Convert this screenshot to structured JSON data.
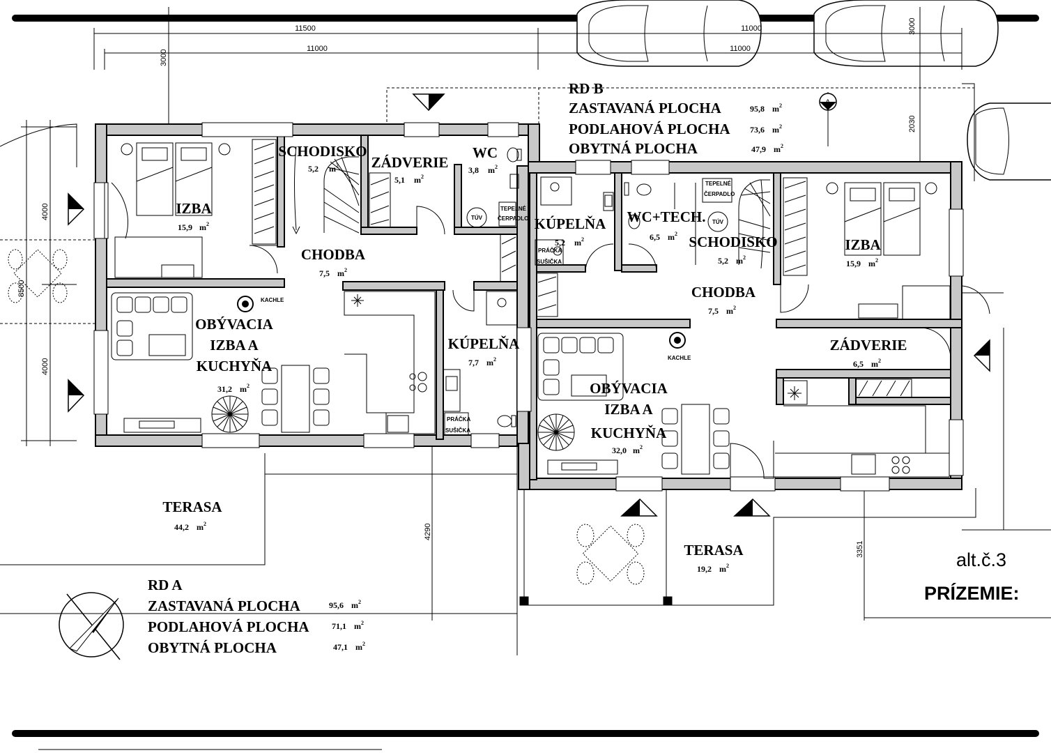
{
  "sheet": {
    "variant": "alt.č.3",
    "floor": "PRÍZEMIE:"
  },
  "dimensions": {
    "d1": "11500",
    "d2": "11000",
    "d3": "11000",
    "d4": "11000",
    "v1": "3000",
    "v2": "3000",
    "v3": "2030",
    "h1": "4000",
    "h2": "8500",
    "h3": "4000",
    "t1": "4290",
    "t2": "3351"
  },
  "unit": "m",
  "exponent": "2",
  "house_a": {
    "rooms": [
      {
        "key": "izba",
        "name": "IZBA",
        "area": "15,9"
      },
      {
        "key": "schodisko",
        "name": "SCHODISKO",
        "area": "5,2"
      },
      {
        "key": "zadverie",
        "name": "ZÁDVERIE",
        "area": "5,1"
      },
      {
        "key": "wc",
        "name": "WC",
        "area": "3,8"
      },
      {
        "key": "chodba",
        "name": "CHODBA",
        "area": "7,5"
      },
      {
        "key": "obyvacia",
        "name_lines": [
          "OBÝVACIA",
          "IZBA A",
          "KUCHYŇA"
        ],
        "area": "31,2"
      },
      {
        "key": "kupelna",
        "name": "KÚPELŇA",
        "area": "7,7"
      },
      {
        "key": "terasa",
        "name": "TERASA",
        "area": "44,2"
      }
    ],
    "labels": {
      "kachle": "KACHLE",
      "tuv": "TÚV",
      "tepelne": "TEPELNÉ",
      "cerpadlo": "ČERPADLO",
      "pracka": "PRÁČKA",
      "susicka": "SUŠIČKA"
    },
    "legend": {
      "title": "RD A",
      "rows": [
        {
          "label": "ZASTAVANÁ PLOCHA",
          "value": "95,6"
        },
        {
          "label": "PODLAHOVÁ PLOCHA",
          "value": "71,1"
        },
        {
          "label": "OBYTNÁ PLOCHA",
          "value": "47,1"
        }
      ]
    }
  },
  "house_b": {
    "rooms": [
      {
        "key": "kupelna",
        "name": "KÚPELŇA",
        "area": "5,2"
      },
      {
        "key": "wctech",
        "name": "WC+TECH.",
        "area": "6,5"
      },
      {
        "key": "schodisko",
        "name": "SCHODISKO",
        "area": "5,2"
      },
      {
        "key": "izba",
        "name": "IZBA",
        "area": "15,9"
      },
      {
        "key": "chodba",
        "name": "CHODBA",
        "area": "7,5"
      },
      {
        "key": "zadverie",
        "name": "ZÁDVERIE",
        "area": "6,5"
      },
      {
        "key": "obyvacia",
        "name_lines": [
          "OBÝVACIA",
          "IZBA A",
          "KUCHYŇA"
        ],
        "area": "32,0"
      },
      {
        "key": "terasa",
        "name": "TERASA",
        "area": "19,2"
      }
    ],
    "labels": {
      "kachle": "KACHLE",
      "tuv": "TÚV",
      "tepelne": "TEPELNÉ",
      "cerpadlo": "ČERPADLO",
      "pracka": "PRÁČKA",
      "susicka": "SUŠIČKA"
    },
    "legend": {
      "title": "RD B",
      "rows": [
        {
          "label": "ZASTAVANÁ PLOCHA",
          "value": "95,8"
        },
        {
          "label": "PODLAHOVÁ PLOCHA",
          "value": "73,6"
        },
        {
          "label": "OBYTNÁ PLOCHA",
          "value": "47,9"
        }
      ]
    }
  },
  "section_marker": "A",
  "icons": [
    "north-arrow-icon",
    "car-icon",
    "bed-icon",
    "sofa-icon",
    "plant-icon",
    "stove-icon"
  ]
}
